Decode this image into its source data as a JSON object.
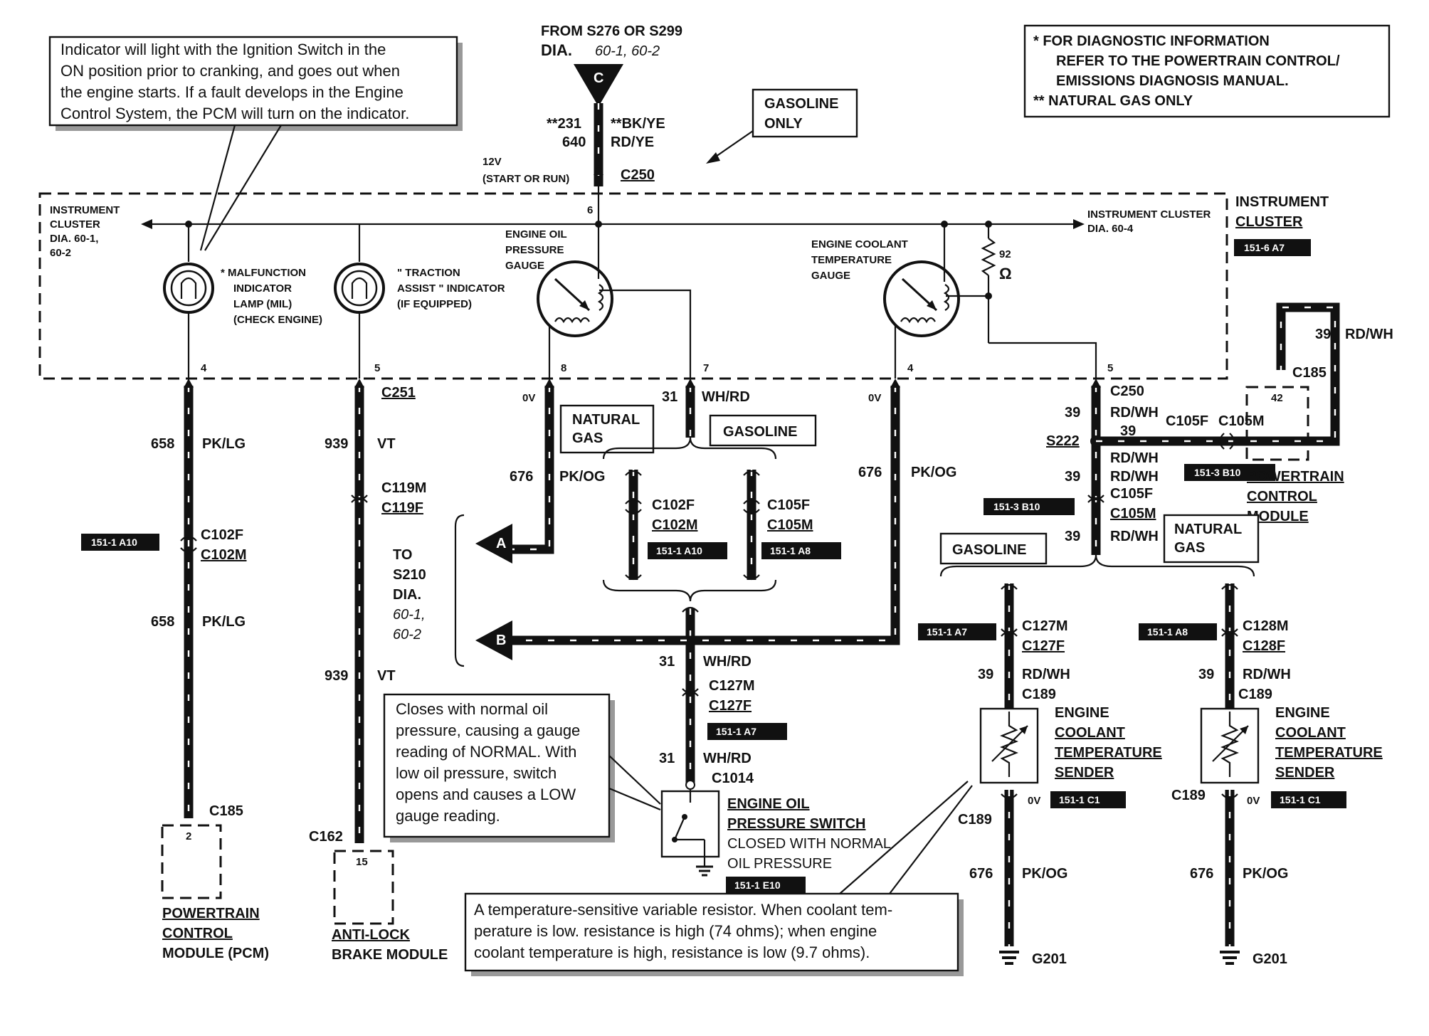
{
  "notes": {
    "mil_callout": [
      "Indicator will light with the Ignition Switch in the",
      "ON position prior to cranking, and goes out when",
      "the engine starts. If a fault develops in the Engine",
      "Control System, the PCM will turn on the indicator."
    ],
    "legend": [
      "*  FOR DIAGNOSTIC INFORMATION",
      "REFER TO THE POWERTRAIN CONTROL/",
      "EMISSIONS DIAGNOSIS MANUAL.",
      "** NATURAL GAS ONLY"
    ],
    "oil_switch_callout": [
      "Closes with normal oil",
      "pressure, causing a gauge",
      "reading of NORMAL.  With",
      "low oil pressure, switch",
      "opens and causes a LOW",
      "gauge reading."
    ],
    "sender_callout": [
      "A temperature-sensitive variable resistor.  When coolant  tem-",
      "perature is low. resistance is high (74 ohms); when engine",
      "coolant temperature is high, resistance is low (9.7 ohms)."
    ]
  },
  "source": {
    "from_line1": "FROM S276 OR S299",
    "dia": "DIA.",
    "dia_ref": "60-1, 60-2",
    "connector_letter": "C",
    "circuit_231": "**231",
    "circuit_640": "640",
    "color_bkye": "**BK/YE",
    "color_rdye": "RD/YE",
    "voltage": "12V",
    "start_run": "(START OR RUN)",
    "connector": "C250",
    "gasoline_only_1": "GASOLINE",
    "gasoline_only_2": "ONLY"
  },
  "cluster": {
    "left_label": [
      "INSTRUMENT",
      "CLUSTER",
      "DIA.  60-1,",
      "60-2"
    ],
    "right_title": [
      "INSTRUMENT",
      "CLUSTER"
    ],
    "right_ref": "151-6 A7",
    "cluster_dia": [
      "INSTRUMENT CLUSTER",
      "DIA.  60-4"
    ],
    "mil_label": [
      "* MALFUNCTION",
      "INDICATOR",
      "LAMP (MIL)",
      "(CHECK ENGINE)"
    ],
    "traction_label": [
      "\" TRACTION",
      "ASSIST \" INDICATOR",
      "(IF EQUIPPED)"
    ],
    "oil_gauge_label": [
      "ENGINE OIL",
      "PRESSURE",
      "GAUGE"
    ],
    "coolant_gauge_label": [
      "ENGINE COOLANT",
      "TEMPERATURE",
      "GAUGE"
    ],
    "resistor_value": "92",
    "ohm": "Ω",
    "pins": {
      "p6": "6",
      "p4a": "4",
      "p5a": "5",
      "p8": "8",
      "p7": "7",
      "p4b": "4",
      "p5b": "5"
    }
  },
  "wires": {
    "c251": "C251",
    "w658": "658",
    "pklg": "PK/LG",
    "w939": "939",
    "vt": "VT",
    "c119m": "C119M",
    "c119f": "C119F",
    "c102f": "C102F",
    "c102m": "C102M",
    "ref_a10": "151-1 A10",
    "c185": "C185",
    "pin2": "2",
    "c162": "C162",
    "pin15": "15",
    "pcm_label": [
      "POWERTRAIN",
      "CONTROL",
      "MODULE (PCM)"
    ],
    "abs_label": [
      "ANTI-LOCK",
      "BRAKE MODULE"
    ],
    "ov": "0V",
    "w676": "676",
    "pkog": "PK/OG",
    "w31": "31",
    "whrd": "WH/RD",
    "natural_gas": [
      "NATURAL",
      "GAS"
    ],
    "gasoline": "GASOLINE",
    "c105f": "C105F",
    "c105m": "C105M",
    "ref_a8": "151-1 A8",
    "to_s210": [
      "TO",
      "S210",
      "DIA.",
      "60-1,",
      "60-2"
    ],
    "arrow_a": "A",
    "arrow_b": "B",
    "c127m": "C127M",
    "c127f": "C127F",
    "ref_a7": "151-1 A7",
    "c1014": "C1014",
    "oil_switch": [
      "ENGINE OIL",
      "PRESSURE SWITCH"
    ],
    "oil_switch_sub": [
      "CLOSED WITH NORMAL",
      "OIL PRESSURE"
    ],
    "ref_e10": "151-1 E10"
  },
  "right": {
    "c250": "C250",
    "w39": "39",
    "rdwh": "RD/WH",
    "c105f": "C105F",
    "c105m": "C105M",
    "s222": "S222",
    "ref_b10": "151-3 B10",
    "c185": "C185",
    "pin42": "42",
    "pcm_label": [
      "POWERTRAIN",
      "CONTROL",
      "MODULE"
    ],
    "gasoline": "GASOLINE",
    "natural_gas": [
      "NATURAL",
      "GAS"
    ],
    "ref_a7": "151-1 A7",
    "ref_a8": "151-1 A8",
    "c127m": "C127M",
    "c127f": "C127F",
    "c128m": "C128M",
    "c128f": "C128F",
    "c189": "C189",
    "sender_label": [
      "ENGINE",
      "COOLANT",
      "TEMPERATURE",
      "SENDER"
    ],
    "ref_c1": "151-1 C1",
    "ov": "0V",
    "w676": "676",
    "pkog": "PK/OG",
    "g201": "G201"
  }
}
